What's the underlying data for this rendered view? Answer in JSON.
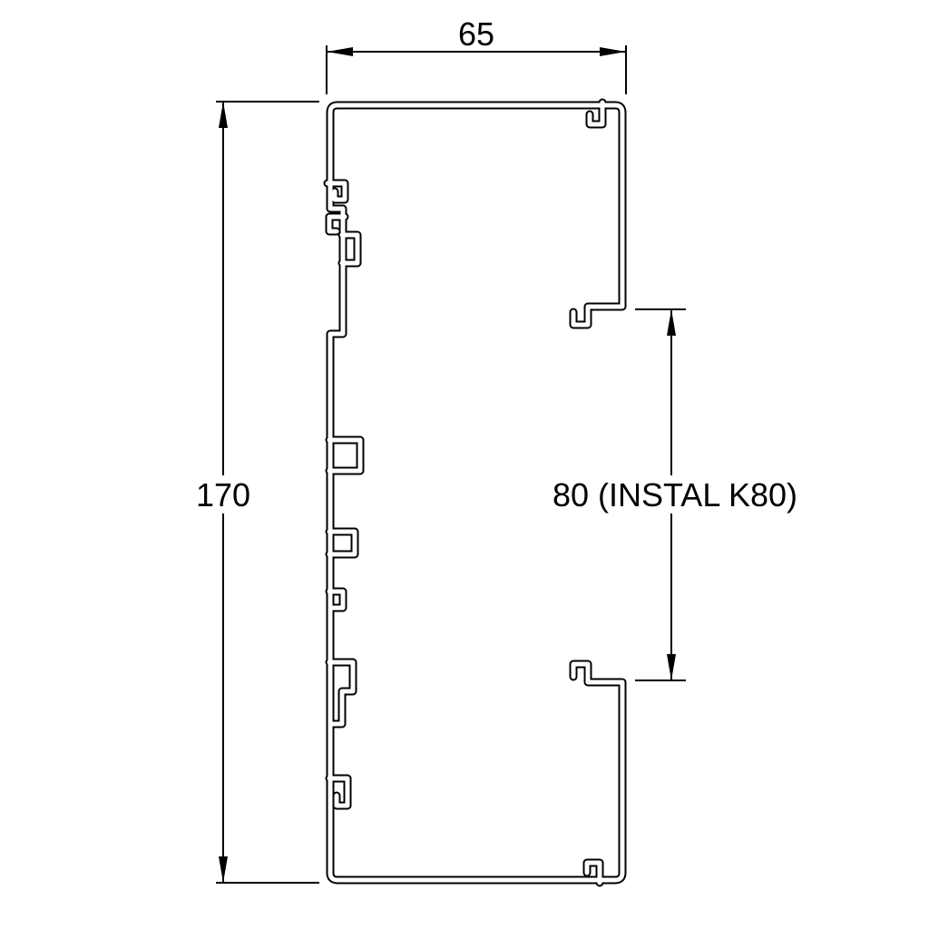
{
  "drawing": {
    "type": "technical-cross-section",
    "dimensions": {
      "width_top": {
        "label": "65"
      },
      "height_left": {
        "label": "170"
      },
      "opening_right": {
        "label": "80 (INSTAL K80)"
      }
    },
    "colors": {
      "line": "#000000",
      "background": "#ffffff"
    }
  }
}
